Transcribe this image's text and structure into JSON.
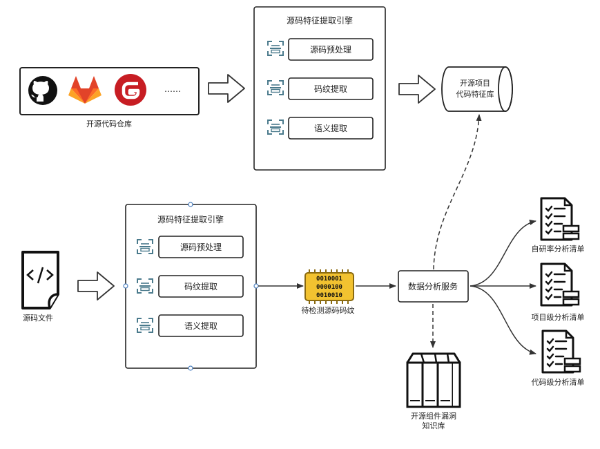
{
  "top": {
    "repo_label": "开源代码仓库",
    "repo_more": "……",
    "engine_title": "源码特征提取引擎",
    "steps": [
      "源码预处理",
      "码纹提取",
      "语义提取"
    ],
    "db_line1": "开源项目",
    "db_line2": "代码特征库"
  },
  "bottom": {
    "file_label": "源码文件",
    "engine_title": "源码特征提取引擎",
    "steps": [
      "源码预处理",
      "码纹提取",
      "语义提取"
    ],
    "chip_label": "待检测源码码纹",
    "chip_rows": [
      "0010001",
      "0000100",
      "0010010"
    ],
    "service": "数据分析服务",
    "vuln_line1": "开源组件漏洞",
    "vuln_line2": "知识库",
    "outputs": [
      "自研率分析清单",
      "项目级分析清单",
      "代码级分析清单"
    ]
  },
  "colors": {
    "gitlab_orange": "#FC6D26",
    "gitee_red": "#C71D23",
    "chip_gold": "#F2C230",
    "icon_teal": "#4A7A8C"
  }
}
